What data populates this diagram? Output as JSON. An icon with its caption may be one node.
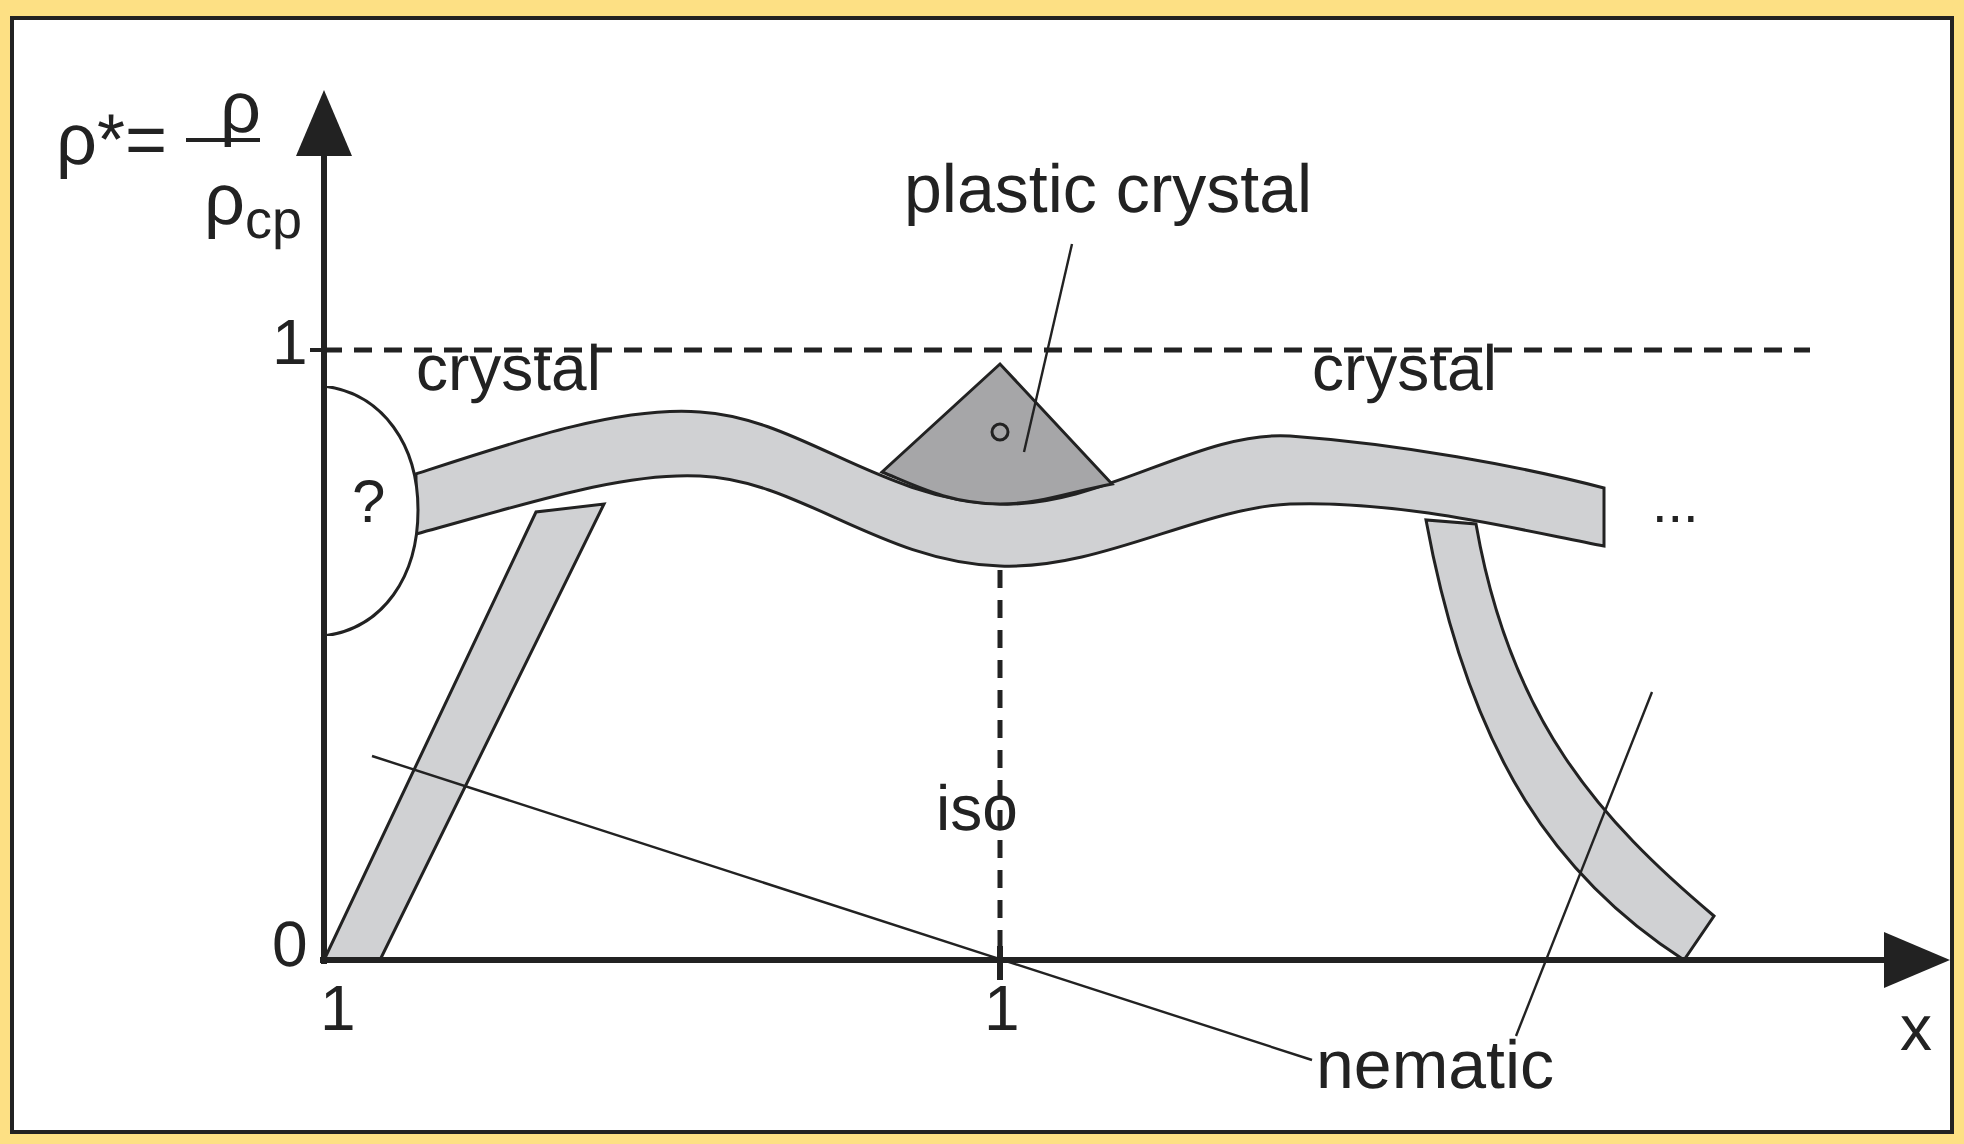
{
  "diagram": {
    "nodes": [
      {
        "text": [
          "plastic crystal"
        ]
      },
      {
        "text": [],
        "shape": "triangle"
      },
      {
        "text": [
          "nematic"
        ]
      },
      {
        "text": [],
        "shape": "bar"
      },
      {
        "text": [],
        "shape": "bar"
      },
      {
        "text": [
          "?"
        ]
      }
    ],
    "edges": [
      {
        "from": 0,
        "to": 1,
        "arrow": "none"
      },
      {
        "from": 2,
        "to": 3,
        "arrow": "none"
      },
      {
        "from": 2,
        "to": 4,
        "arrow": "none"
      }
    ],
    "labels": [
      "ρ*=",
      "ρ",
      "ρ$_{cp}$",
      "1",
      "crystal",
      "crystal",
      "...",
      "iso",
      "0",
      "1",
      "1",
      "x"
    ]
  }
}
